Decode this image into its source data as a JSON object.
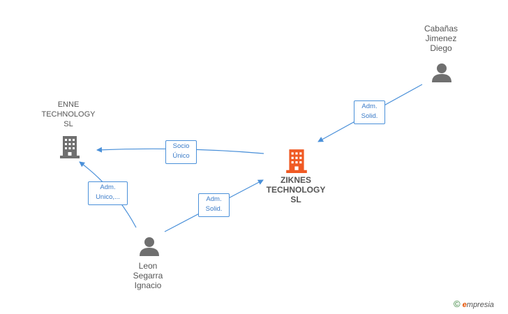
{
  "nodes": {
    "zikn": {
      "line1": "ZIKNES",
      "line2": "TECHNOLOGY",
      "line3": "SL",
      "color": "#f05a24"
    },
    "enne": {
      "line1": "ENNE",
      "line2": "TECHNOLOGY",
      "line3": "SL",
      "color": "#6f6f6f"
    },
    "cab": {
      "line1": "Cabañas",
      "line2": "Jimenez",
      "line3": "Diego",
      "color": "#6f6f6f"
    },
    "leon": {
      "line1": "Leon",
      "line2": "Segarra",
      "line3": "Ignacio",
      "color": "#6f6f6f"
    }
  },
  "edges": {
    "socio": {
      "line1": "Socio",
      "line2": "Único"
    },
    "adm_cab": {
      "line1": "Adm.",
      "line2": "Solid."
    },
    "adm_leon_zikn": {
      "line1": "Adm.",
      "line2": "Solid."
    },
    "adm_leon_enne": {
      "line1": "Adm.",
      "line2": "Unico,..."
    }
  },
  "edge_color": "#4a90d9",
  "watermark": {
    "symbol": "©",
    "brand_initial": "e",
    "brand_rest": "mpresia"
  }
}
